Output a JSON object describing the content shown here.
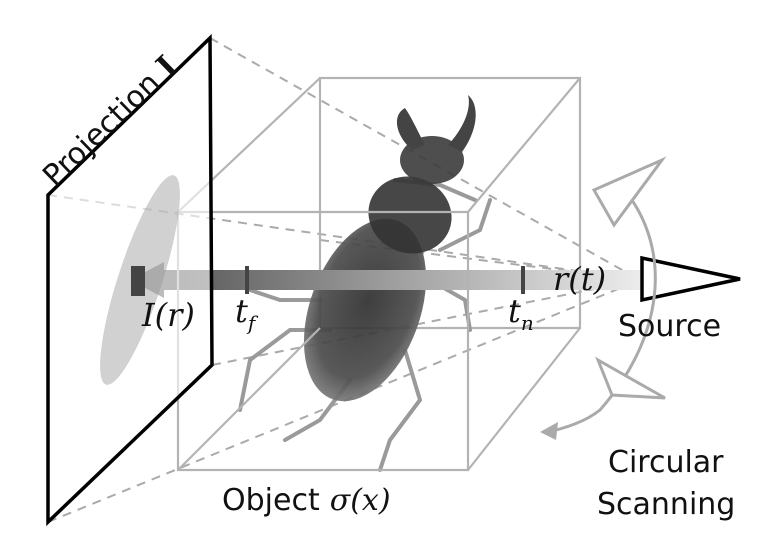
{
  "labels": {
    "projection_text": "Projection",
    "projection_symbol": "I",
    "intensity_text": "I(r)",
    "t_far": "t",
    "t_far_sub": "f",
    "t_near": "t",
    "t_near_sub": "n",
    "ray_text": "r(t)",
    "source_text": "Source",
    "object_text": "Object",
    "object_symbol": "σ(x)",
    "scan_line1": "Circular",
    "scan_line2": "Scanning"
  },
  "colors": {
    "frame": "#000000",
    "cube": "#b3b3b3",
    "dashes": "#aaaaaa",
    "beetle": "#3a3a3a",
    "ray_dark": "#555555",
    "ray_light": "#d8d8d8"
  }
}
